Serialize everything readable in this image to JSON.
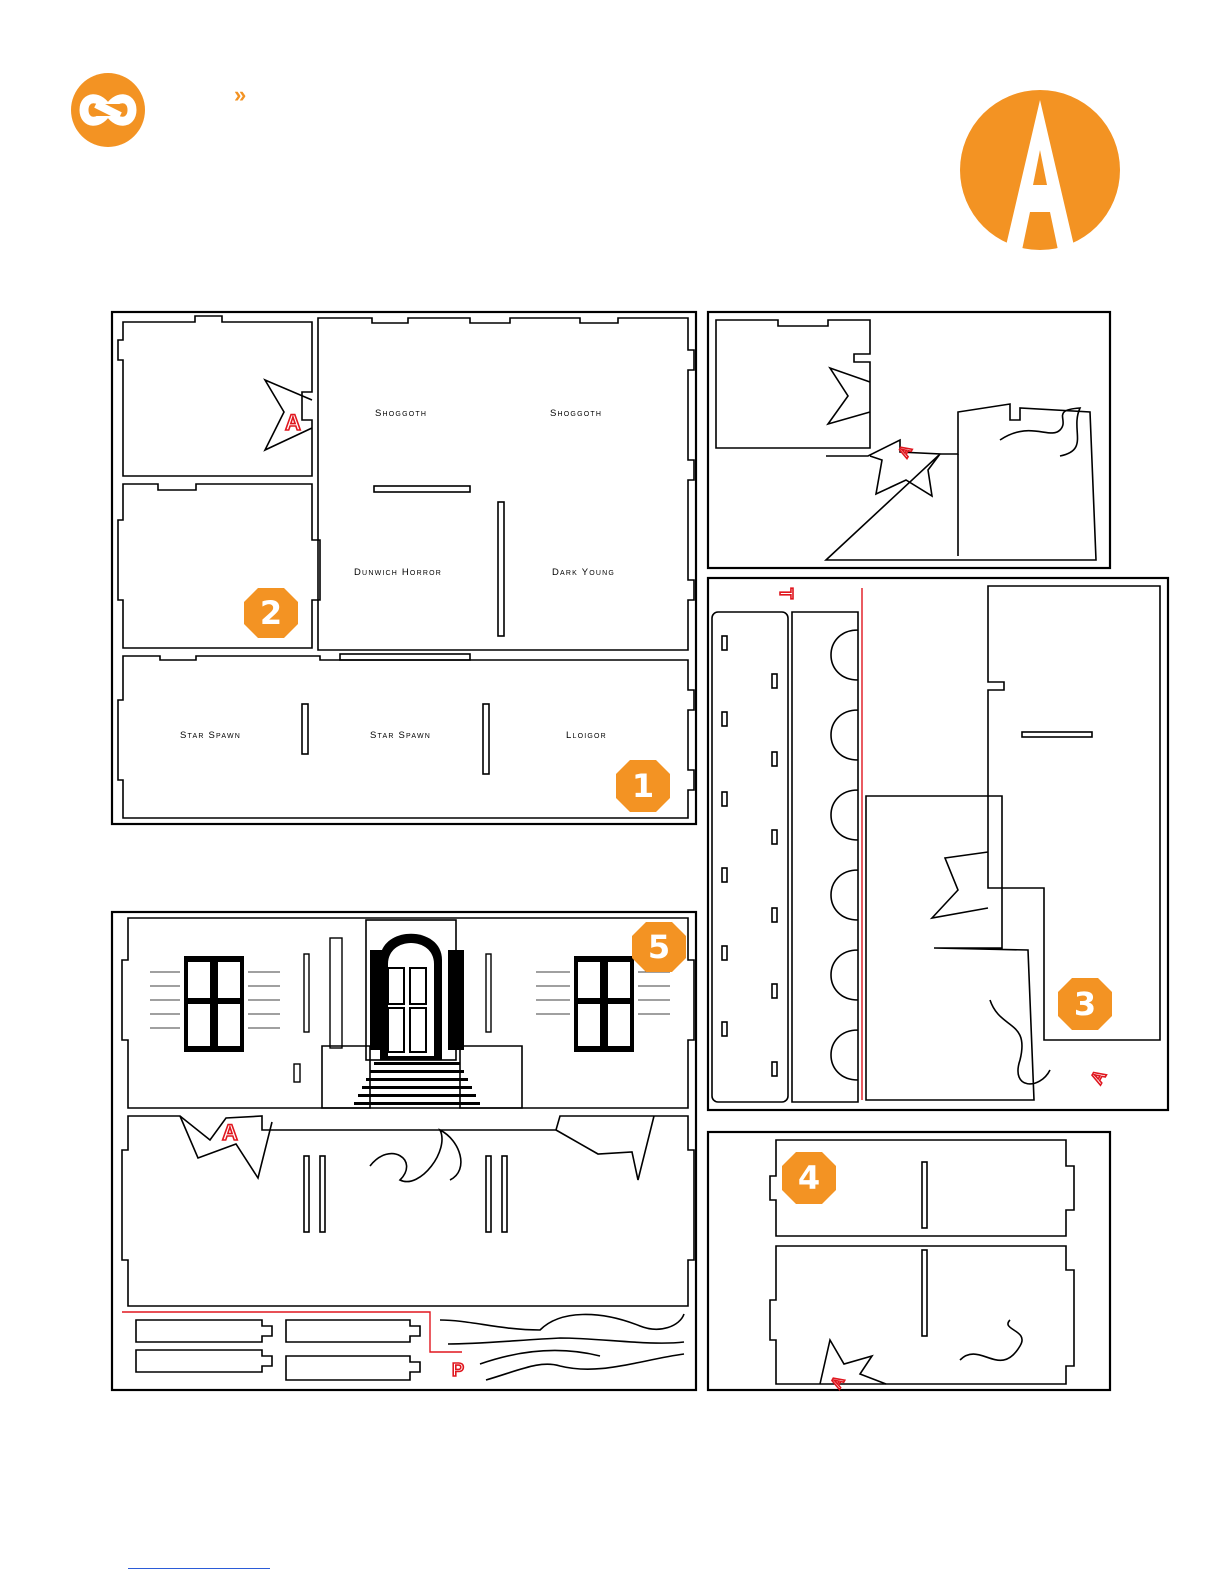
{
  "header": {
    "breadcrumb_glyph": "»",
    "brand_color": "#F39323",
    "left_logo_icon": "infinity-loop-icon",
    "right_logo_letter": "A"
  },
  "sheet1": {
    "number": "1",
    "part_number": "2",
    "labels": [
      "Shoggoth",
      "Shoggoth",
      "Dunwich Horror",
      "Dark Young",
      "Star Spawn",
      "Star Spawn",
      "Lloigor"
    ],
    "marker": "A"
  },
  "sheet2": {
    "marker": "A"
  },
  "sheet3": {
    "number": "3",
    "marker_t": "T",
    "marker_a": "A"
  },
  "sheet4": {
    "number": "4",
    "marker": "A"
  },
  "sheet5": {
    "number": "5",
    "marker_a": "A",
    "marker_p": "P"
  },
  "colors": {
    "accent": "#F39323",
    "guide_red": "#E0161E",
    "line": "#000000"
  }
}
